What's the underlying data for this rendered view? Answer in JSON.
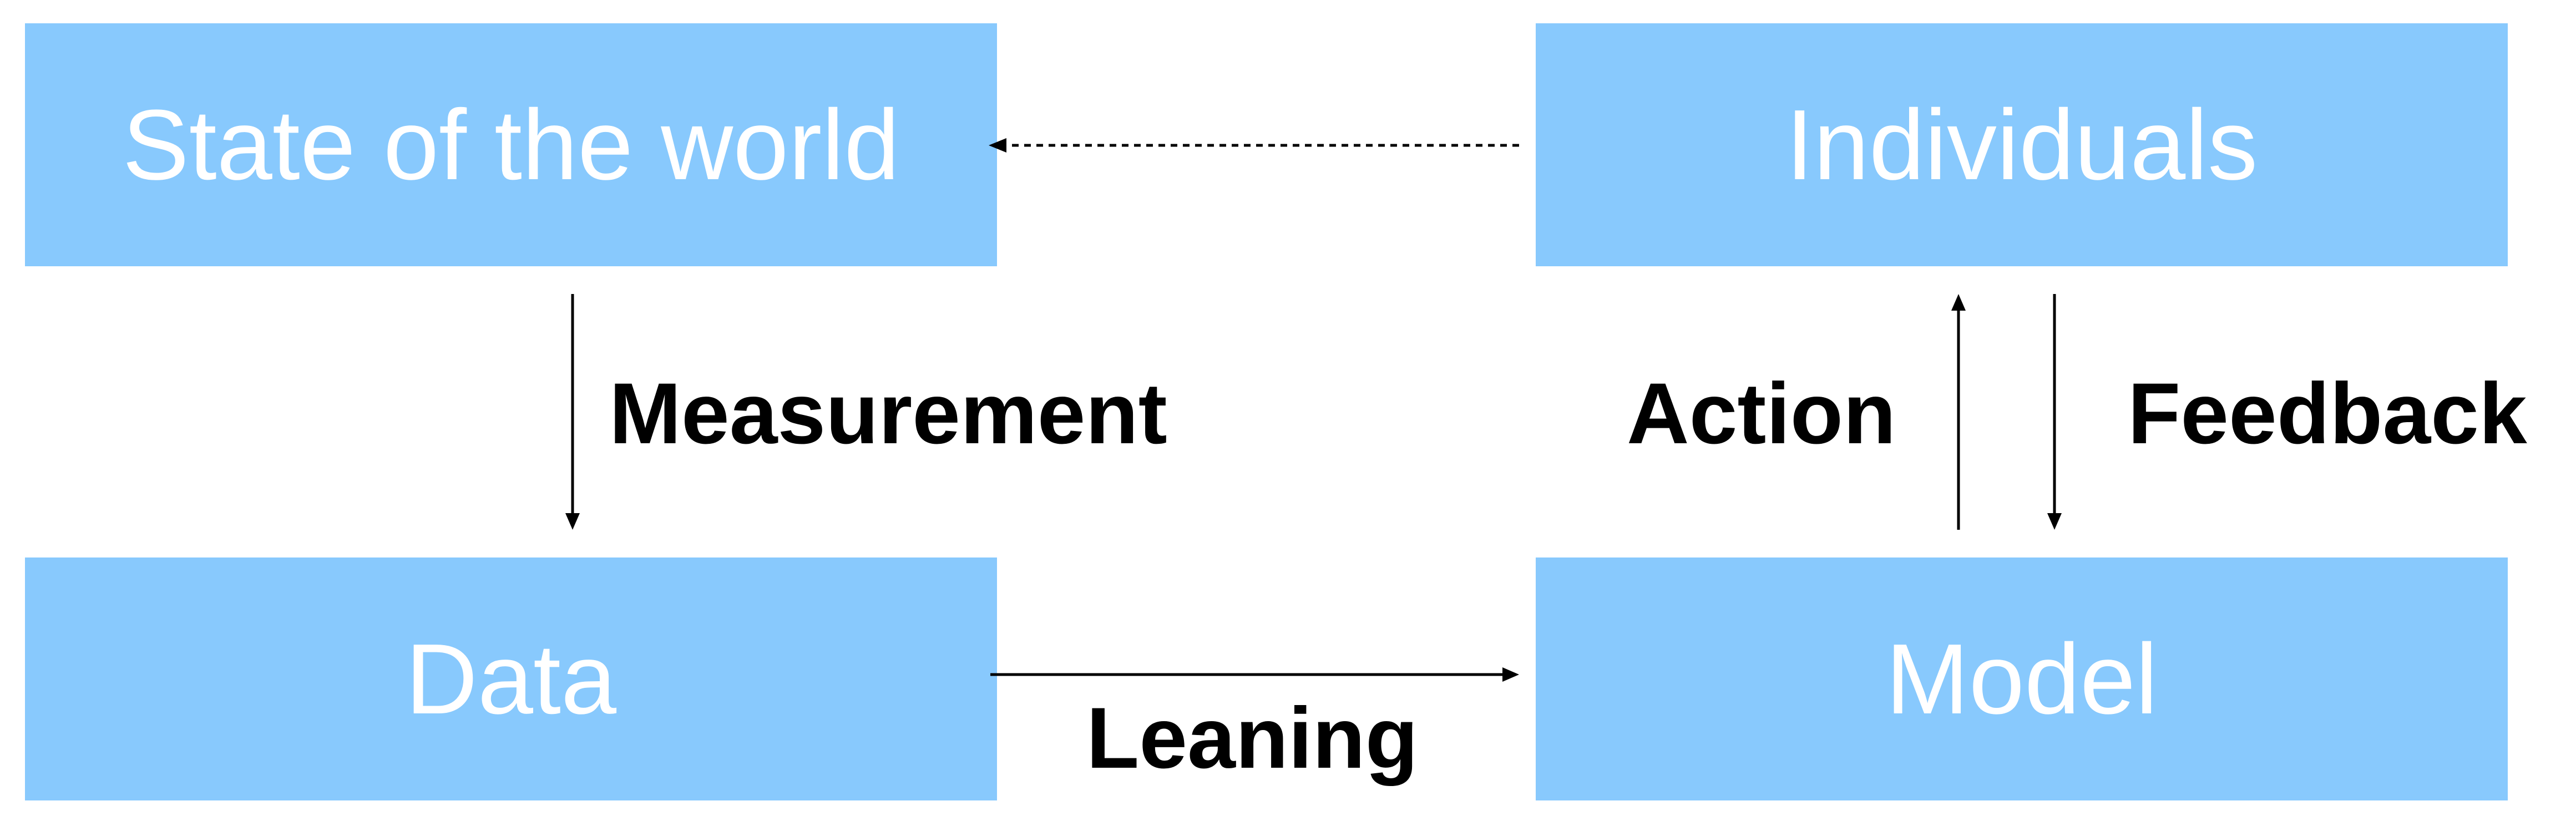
{
  "nodes": {
    "state": "State of the world",
    "individuals": "Individuals",
    "data": "Data",
    "model": "Model"
  },
  "edges": {
    "measurement": "Measurement",
    "action": "Action",
    "feedback": "Feedback",
    "leaning": "Leaning"
  },
  "colors": {
    "box_fill": "#88c9fd",
    "box_text": "#ffffff",
    "label_text": "#000000"
  }
}
